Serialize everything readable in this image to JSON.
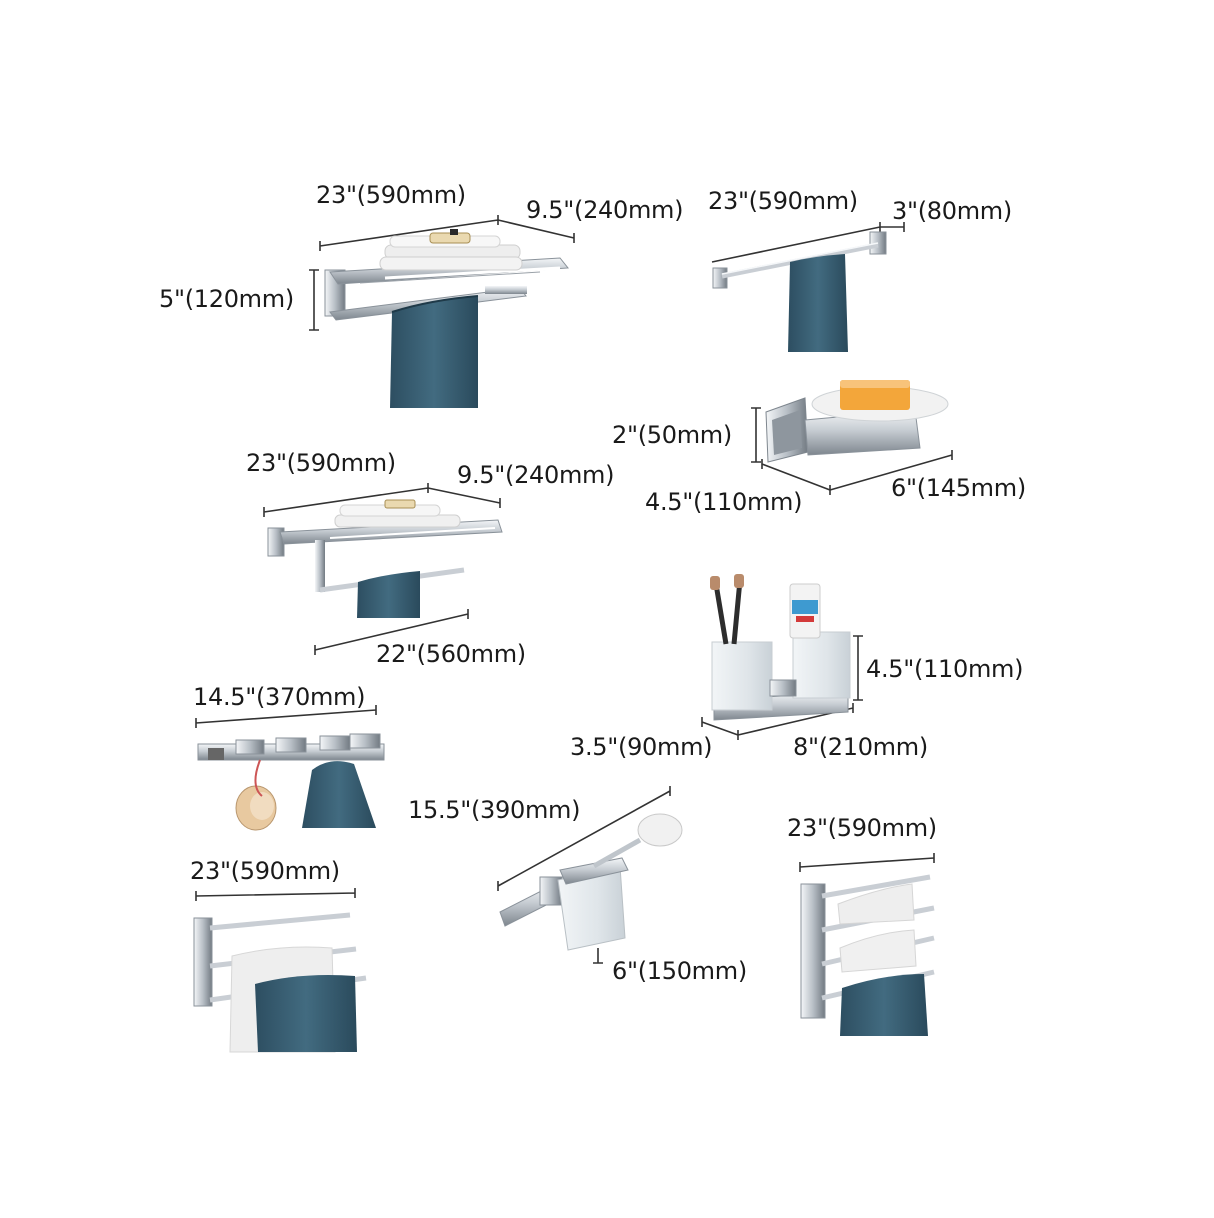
{
  "colors": {
    "chrome": "#c9ced4",
    "chrome_dark": "#7d858e",
    "towel_blue": "#355a6e",
    "towel_white": "#eeeeee",
    "soap": "#f3a63a",
    "frosted_glass": "#e6ebee",
    "dimension_line": "#333333"
  },
  "products": [
    {
      "id": "double-towel-rack",
      "dimensions": {
        "width": "23\"(590mm)",
        "depth": "9.5\"(240mm)",
        "height": "5\"(120mm)"
      }
    },
    {
      "id": "single-towel-bar",
      "dimensions": {
        "width": "23\"(590mm)",
        "projection": "3\"(80mm)"
      }
    },
    {
      "id": "soap-dish",
      "dimensions": {
        "height": "2\"(50mm)",
        "depth": "4.5\"(110mm)",
        "width": "6\"(145mm)"
      }
    },
    {
      "id": "towel-shelf",
      "dimensions": {
        "width": "23\"(590mm)",
        "depth": "9.5\"(240mm)",
        "bar_length": "22\"(560mm)"
      }
    },
    {
      "id": "toothbrush-cup-holder",
      "dimensions": {
        "height": "4.5\"(110mm)",
        "depth": "3.5\"(90mm)",
        "width": "8\"(210mm)"
      }
    },
    {
      "id": "robe-hook-rail",
      "dimensions": {
        "width": "14.5\"(370mm)"
      }
    },
    {
      "id": "toilet-brush-holder",
      "dimensions": {
        "length": "15.5\"(390mm)",
        "width": "6\"(150mm)"
      }
    },
    {
      "id": "triple-swing-bar",
      "dimensions": {
        "width": "23\"(590mm)"
      }
    },
    {
      "id": "quad-swing-bar",
      "dimensions": {
        "width": "23\"(590mm)"
      }
    }
  ]
}
